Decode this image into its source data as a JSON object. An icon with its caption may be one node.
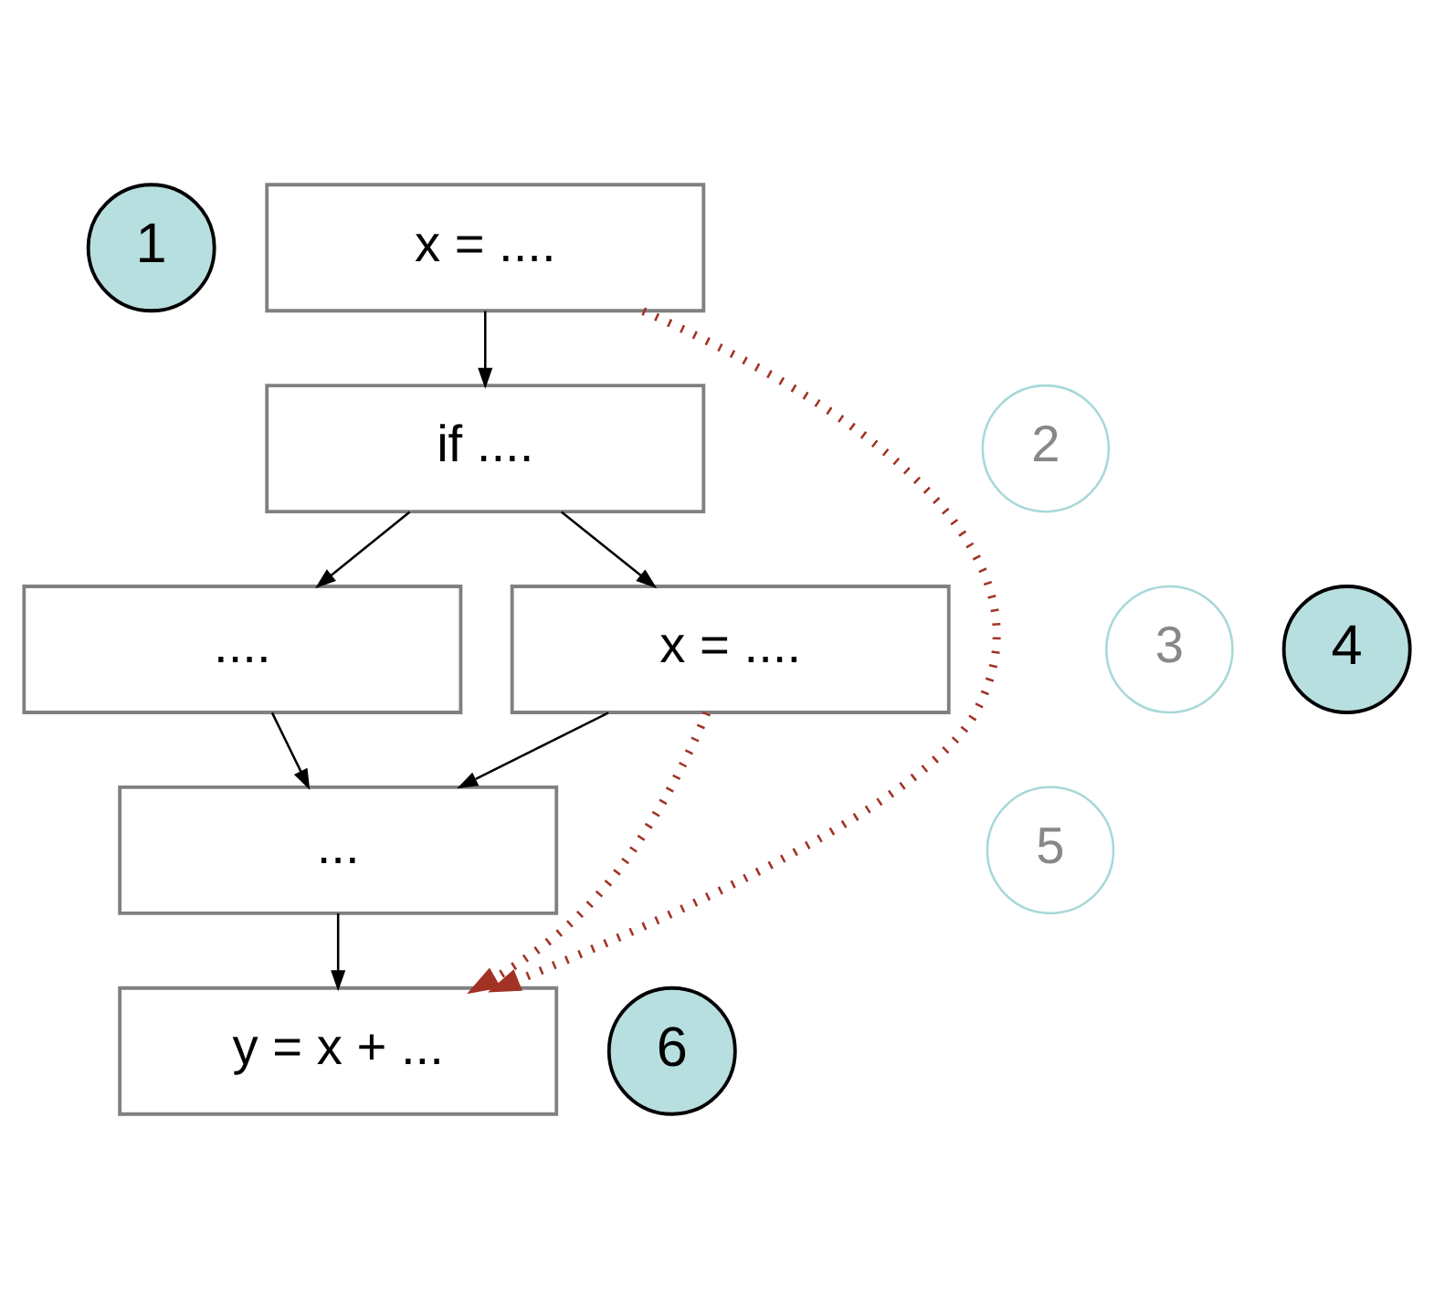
{
  "diagram": {
    "nodes": [
      {
        "text": [
          "1"
        ]
      },
      {
        "text": [
          "x = ...."
        ]
      },
      {
        "text": [
          "2"
        ]
      },
      {
        "text": [
          "if ...."
        ]
      },
      {
        "text": [
          "3"
        ]
      },
      {
        "text": [
          "...."
        ]
      },
      {
        "text": [
          "4"
        ]
      },
      {
        "text": [
          "x = ...."
        ]
      },
      {
        "text": [
          "5"
        ]
      },
      {
        "text": [
          "..."
        ]
      },
      {
        "text": [
          "6"
        ]
      },
      {
        "text": [
          "y = x + ..."
        ]
      }
    ],
    "edges": [
      {
        "from": 1,
        "to": 3,
        "arrow": "to"
      },
      {
        "from": 3,
        "to": 5,
        "arrow": "to"
      },
      {
        "from": 3,
        "to": 7,
        "arrow": "to"
      },
      {
        "from": 5,
        "to": 9,
        "arrow": "to"
      },
      {
        "from": 7,
        "to": 9,
        "arrow": "to"
      },
      {
        "from": 9,
        "to": 11,
        "arrow": "to"
      },
      {
        "from": 1,
        "to": 11,
        "arrow": "to",
        "style": "dashed",
        "color": "#a23224"
      },
      {
        "from": 7,
        "to": 11,
        "arrow": "to",
        "style": "dashed",
        "color": "#a23224"
      }
    ]
  }
}
